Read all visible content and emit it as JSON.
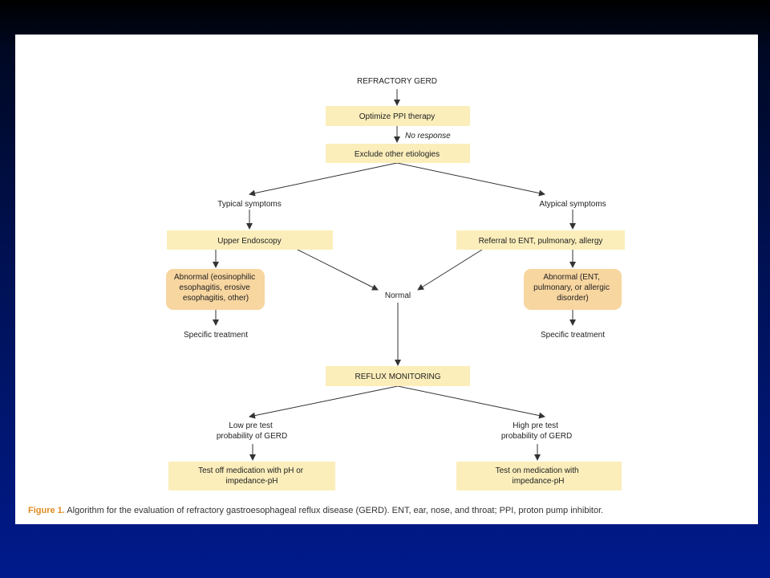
{
  "colors": {
    "box_fill": "#fbeebb",
    "rounded_fill": "#f8d6a0",
    "arrow": "#333333",
    "caption_label": "#e08a1e",
    "background_top": "#000000",
    "background_bottom": "#001a8c"
  },
  "flowchart": {
    "title": "REFRACTORY GERD",
    "optimize": "Optimize PPI therapy",
    "no_response": "No response",
    "exclude": "Exclude other etiologies",
    "typical": "Typical symptoms",
    "atypical": "Atypical symptoms",
    "upper_endoscopy": "Upper Endoscopy",
    "referral": "Referral to ENT, pulmonary, allergy",
    "abnormal_left": [
      "Abnormal (eosinophilic",
      "esophagitis, erosive",
      "esophagitis, other)"
    ],
    "normal": "Normal",
    "abnormal_right": [
      "Abnormal (ENT,",
      "pulmonary, or allergic",
      "disorder)"
    ],
    "specific_left": "Specific treatment",
    "specific_right": "Specific treatment",
    "reflux": "REFLUX MONITORING",
    "low_pretest": [
      "Low pre test",
      "probability of GERD"
    ],
    "high_pretest": [
      "High pre test",
      "probability of GERD"
    ],
    "test_off": [
      "Test off medication with pH or",
      "impedance-pH"
    ],
    "test_on": [
      "Test on medication with",
      "impedance-pH"
    ]
  },
  "caption": {
    "label": "Figure 1.",
    "text": "Algorithm for the evaluation of refractory gastroesophageal reflux disease (GERD). ENT, ear, nose, and throat; PPI, proton pump inhibitor."
  }
}
